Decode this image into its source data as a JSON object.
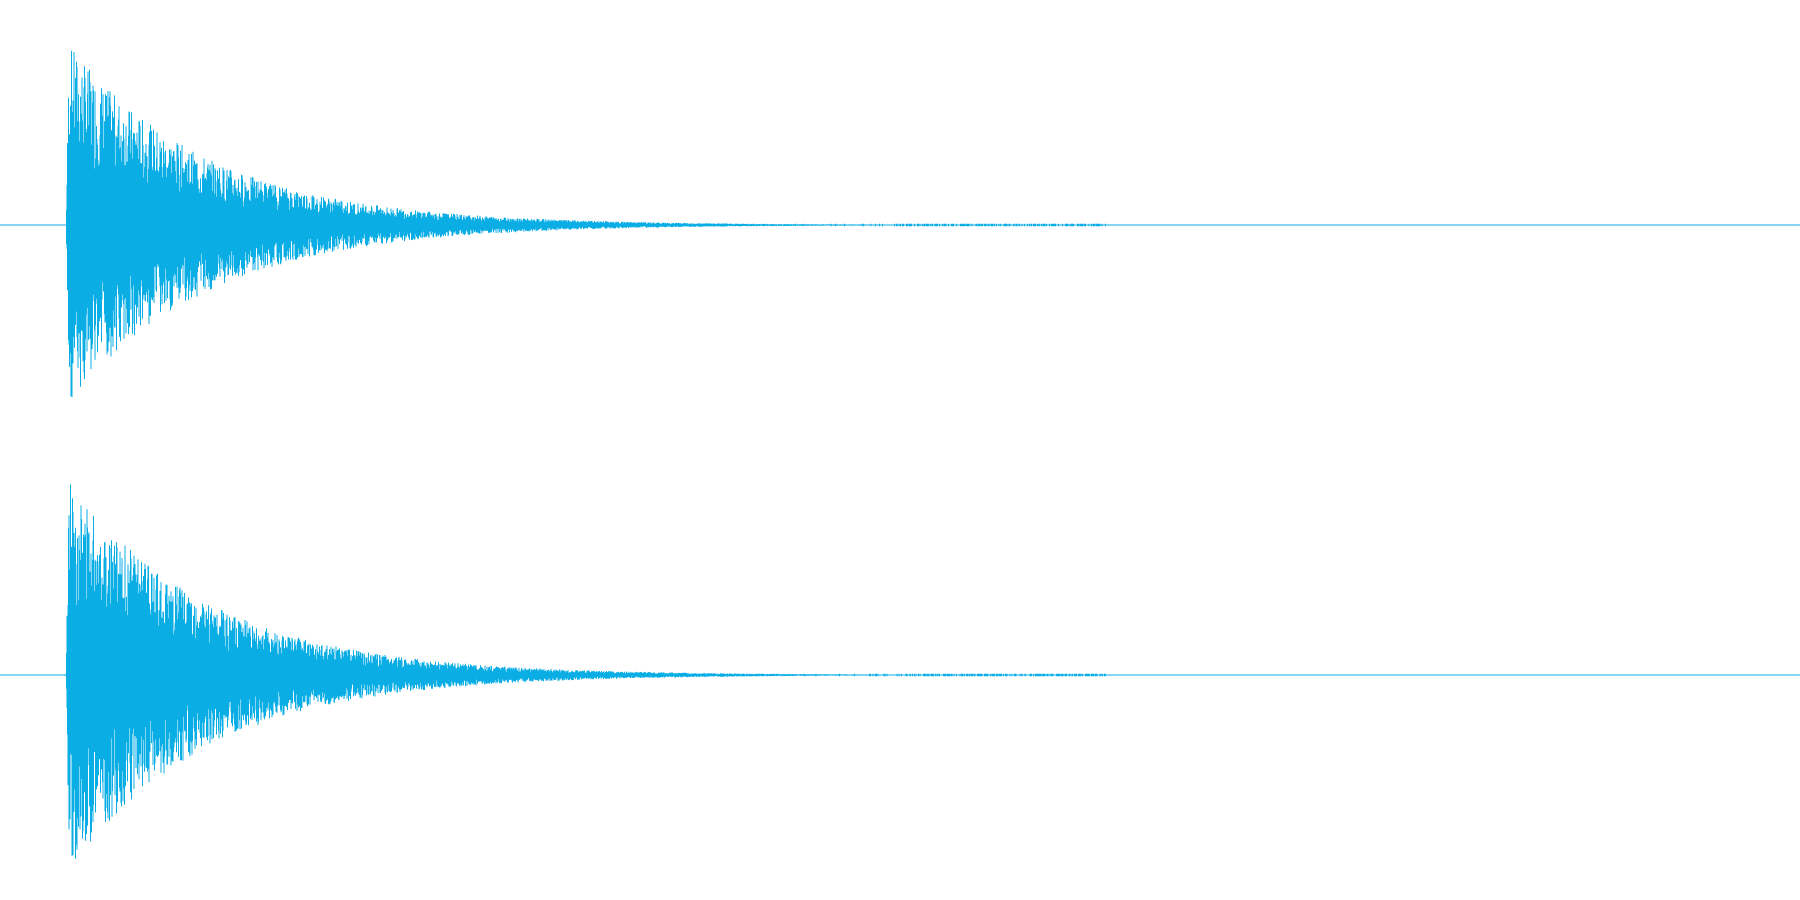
{
  "waveform": {
    "channels": [
      {
        "name": "",
        "peak_amplitude": 1.0
      },
      {
        "name": "",
        "peak_amplitude": 1.0
      }
    ],
    "color": "#0aaee5",
    "background": "#ffffff",
    "envelope": {
      "attack_fraction": 0.002,
      "decay_shape": "exponential",
      "audible_until_fraction": 0.6
    }
  }
}
